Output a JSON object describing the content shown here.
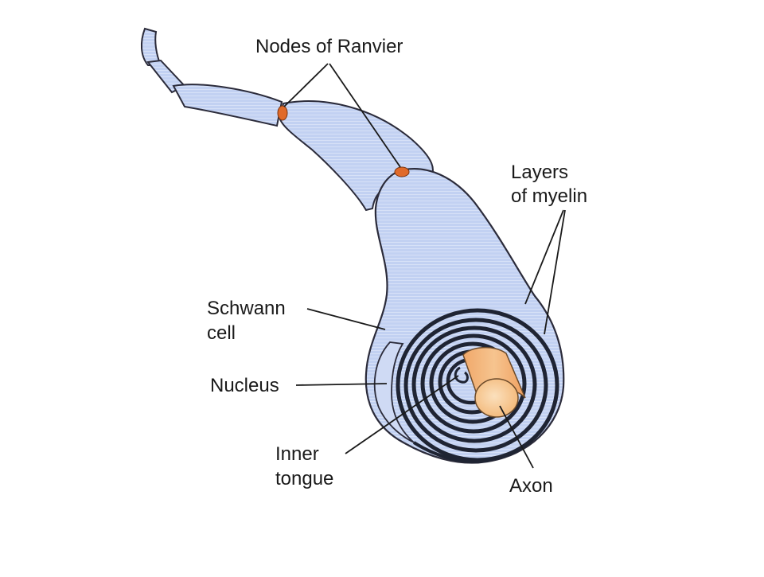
{
  "diagram": {
    "labels": {
      "nodes_of_ranvier": "Nodes of Ranvier",
      "layers_of_myelin_line1": "Layers",
      "layers_of_myelin_line2": "of myelin",
      "schwann_cell_line1": "Schwann",
      "schwann_cell_line2": "cell",
      "nucleus": "Nucleus",
      "inner_tongue_line1": "Inner",
      "inner_tongue_line2": "tongue",
      "axon": "Axon"
    },
    "colors": {
      "background": "#ffffff",
      "schwann_cell_fill": "#c2d1f2",
      "schwann_cell_shade": "#aebfe9",
      "outline": "#2b2b3a",
      "myelin_layers": "#1f2433",
      "axon_fill": "#f4c08a",
      "axon_end": "#f7cf9f",
      "node_of_ranvier": "#e06a2a",
      "label_text": "#1a1a1a",
      "leader_line": "#1a1a1a"
    }
  }
}
